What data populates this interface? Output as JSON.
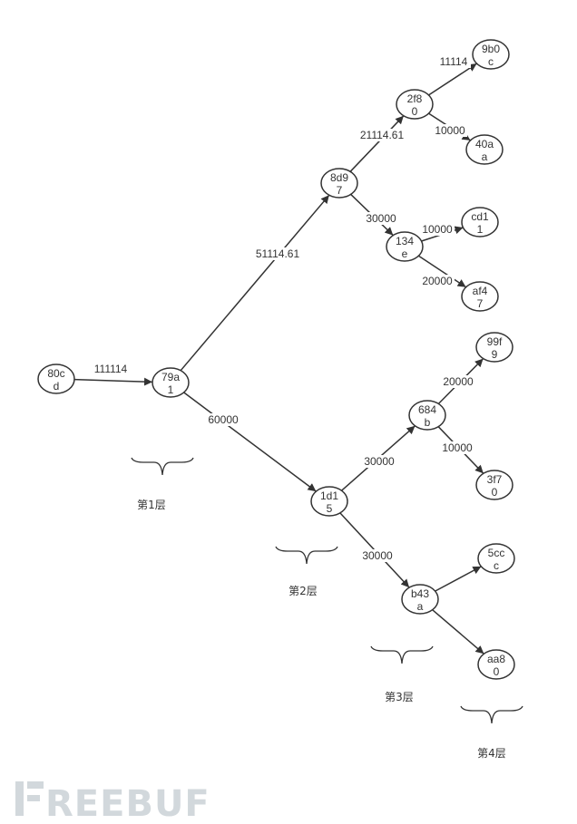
{
  "nodes": [
    {
      "id": "n80cd",
      "line1": "80c",
      "line2": "d"
    },
    {
      "id": "n79a1",
      "line1": "79a",
      "line2": "1"
    },
    {
      "id": "n8d97",
      "line1": "8d9",
      "line2": "7"
    },
    {
      "id": "n1d15",
      "line1": "1d1",
      "line2": "5"
    },
    {
      "id": "n2f80",
      "line1": "2f8",
      "line2": "0"
    },
    {
      "id": "n134e",
      "line1": "134",
      "line2": "e"
    },
    {
      "id": "n684b",
      "line1": "684",
      "line2": "b"
    },
    {
      "id": "nb43a",
      "line1": "b43",
      "line2": "a"
    },
    {
      "id": "n9b0c",
      "line1": "9b0",
      "line2": "c"
    },
    {
      "id": "n40aa",
      "line1": "40a",
      "line2": "a"
    },
    {
      "id": "ncd11",
      "line1": "cd1",
      "line2": "1"
    },
    {
      "id": "naf47",
      "line1": "af4",
      "line2": "7"
    },
    {
      "id": "n99f9",
      "line1": "99f",
      "line2": "9"
    },
    {
      "id": "n3f70",
      "line1": "3f7",
      "line2": "0"
    },
    {
      "id": "n5ccc",
      "line1": "5cc",
      "line2": "c"
    },
    {
      "id": "naa80",
      "line1": "aa8",
      "line2": "0"
    }
  ],
  "edges": [
    {
      "from": "n80cd",
      "to": "n79a1",
      "label": "111114"
    },
    {
      "from": "n79a1",
      "to": "n8d97",
      "label": "51114.61"
    },
    {
      "from": "n79a1",
      "to": "n1d15",
      "label": "60000"
    },
    {
      "from": "n8d97",
      "to": "n2f80",
      "label": "21114.61"
    },
    {
      "from": "n8d97",
      "to": "n134e",
      "label": "30000"
    },
    {
      "from": "n2f80",
      "to": "n9b0c",
      "label": "11114"
    },
    {
      "from": "n2f80",
      "to": "n40aa",
      "label": "10000"
    },
    {
      "from": "n134e",
      "to": "ncd11",
      "label": "10000"
    },
    {
      "from": "n134e",
      "to": "naf47",
      "label": "20000"
    },
    {
      "from": "n1d15",
      "to": "n684b",
      "label": "30000"
    },
    {
      "from": "n1d15",
      "to": "nb43a",
      "label": "30000"
    },
    {
      "from": "n684b",
      "to": "n99f9",
      "label": "20000"
    },
    {
      "from": "n684b",
      "to": "n3f70",
      "label": "10000"
    },
    {
      "from": "nb43a",
      "to": "n5ccc",
      "label": ""
    },
    {
      "from": "nb43a",
      "to": "naa80",
      "label": ""
    }
  ],
  "layers": [
    {
      "id": "layer1",
      "label": "第1层"
    },
    {
      "id": "layer2",
      "label": "第2层"
    },
    {
      "id": "layer3",
      "label": "第3层"
    },
    {
      "id": "layer4",
      "label": "第4层"
    }
  ],
  "watermark": {
    "text": "REEBUF"
  },
  "colors": {
    "stroke": "#333333",
    "node_fill": "#ffffff",
    "watermark": "#d2d8dc"
  }
}
